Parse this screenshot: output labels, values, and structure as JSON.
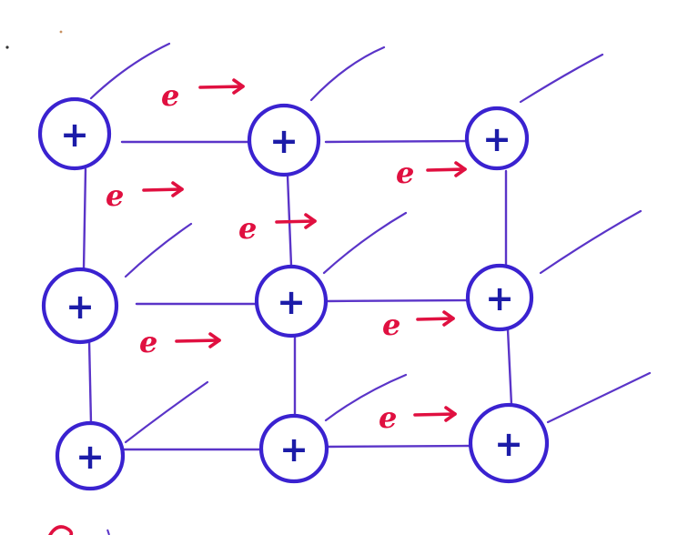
{
  "diagram": {
    "ions": [
      {
        "id": "r1c1",
        "sign": "+"
      },
      {
        "id": "r1c2",
        "sign": "+"
      },
      {
        "id": "r1c3",
        "sign": "+"
      },
      {
        "id": "r2c1",
        "sign": "+"
      },
      {
        "id": "r2c2",
        "sign": "+"
      },
      {
        "id": "r2c3",
        "sign": "+"
      },
      {
        "id": "r3c1",
        "sign": "+"
      },
      {
        "id": "r3c2",
        "sign": "+"
      },
      {
        "id": "r3c3",
        "sign": "+"
      }
    ],
    "electrons": [
      {
        "label": "e"
      },
      {
        "label": "e"
      },
      {
        "label": "e"
      },
      {
        "label": "e"
      },
      {
        "label": "e"
      },
      {
        "label": "e"
      },
      {
        "label": "e"
      }
    ],
    "colors": {
      "ion_outline": "#3a22d0",
      "lattice_line": "#5a34c8",
      "electron": "#e01040"
    }
  }
}
